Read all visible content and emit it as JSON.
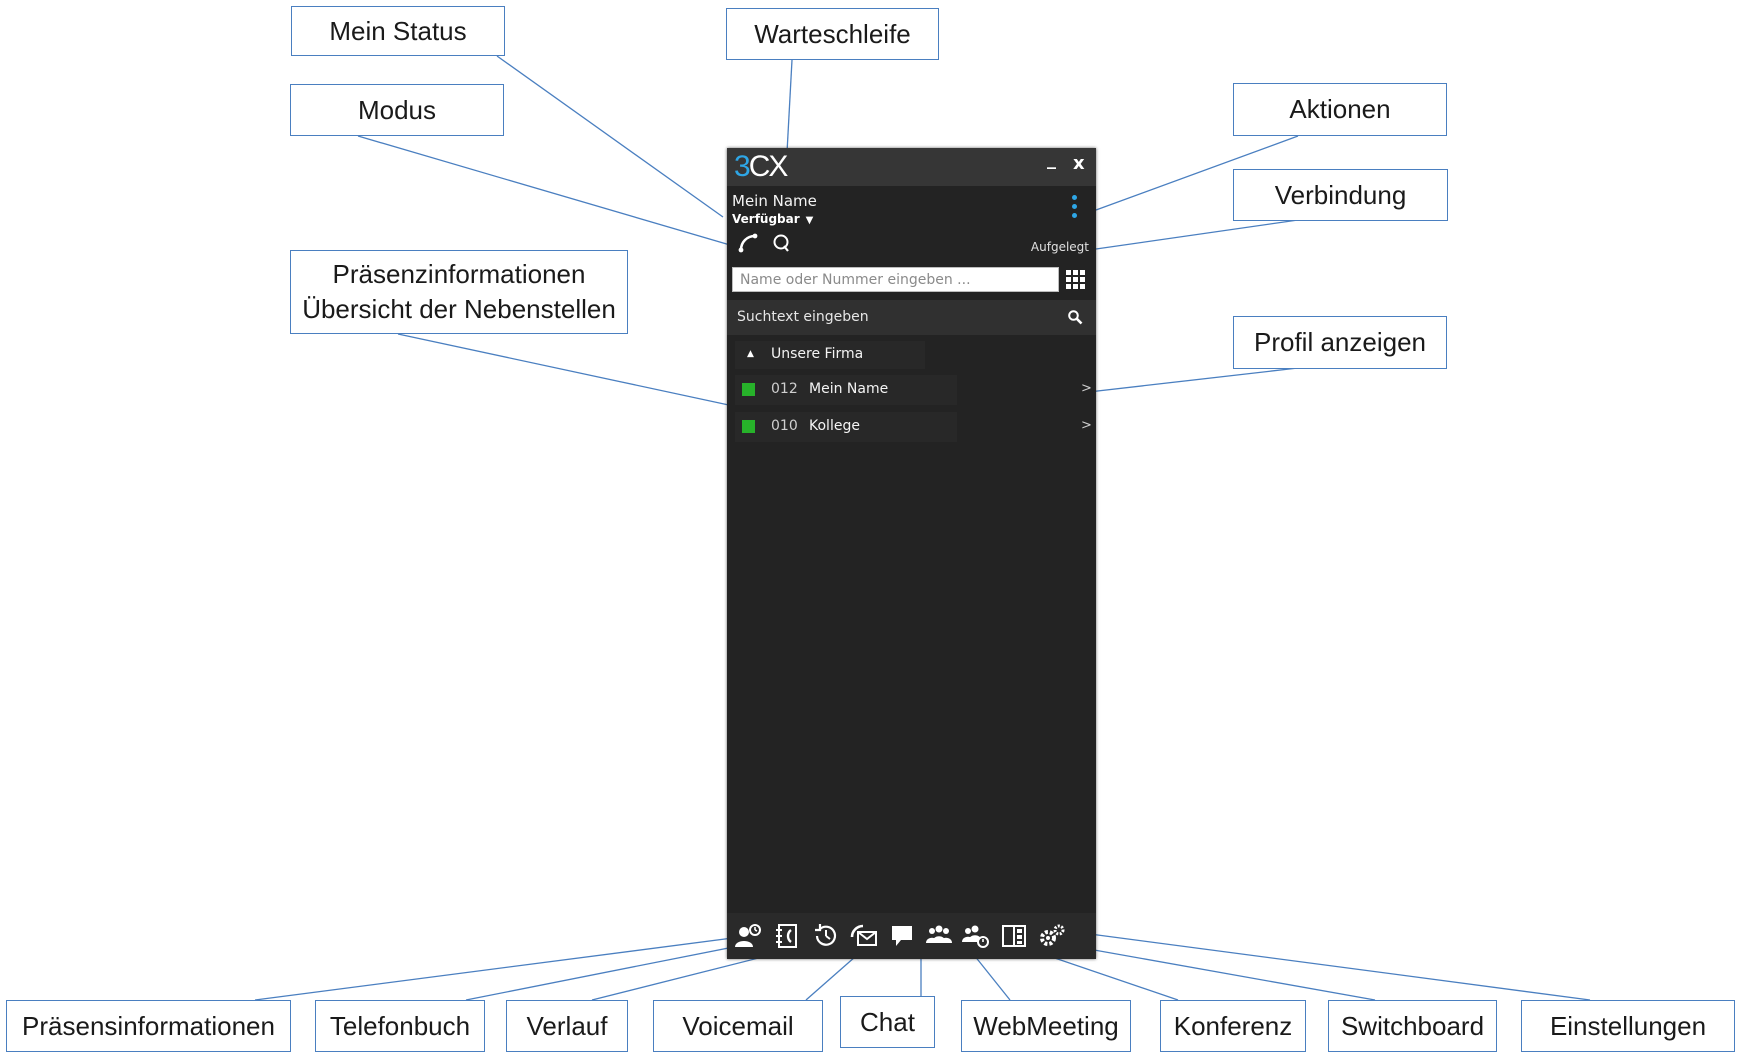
{
  "window": {
    "logo_prefix": "3",
    "logo_suffix": "CX",
    "minimize_label": "_",
    "close_label": "x"
  },
  "user": {
    "name": "Mein Name",
    "status": "Verfügbar"
  },
  "connection": {
    "state": "Aufgelegt"
  },
  "dial": {
    "placeholder": "Name oder Nummer eingeben ..."
  },
  "search": {
    "text": "Suchtext eingeben"
  },
  "group": {
    "name": "Unsere Firma"
  },
  "contacts": [
    {
      "ext": "012",
      "name": "Mein Name",
      "presence_color": "#27b22a"
    },
    {
      "ext": "010",
      "name": "Kollege",
      "presence_color": "#27b22a"
    }
  ],
  "toolbar_icons": [
    "presence-icon",
    "phonebook-icon",
    "history-icon",
    "voicemail-icon",
    "chat-icon",
    "webmeeting-icon",
    "conference-icon",
    "switchboard-icon",
    "settings-icon"
  ],
  "labels": {
    "mein_status": "Mein Status",
    "warteschleife": "Warteschleife",
    "modus": "Modus",
    "aktionen": "Aktionen",
    "verbindung": "Verbindung",
    "praesenz_line1": "Präsenzinformationen",
    "praesenz_line2": "Übersicht der Nebenstellen",
    "profil": "Profil anzeigen",
    "praesensinformationen": "Präsensinformationen",
    "telefonbuch": "Telefonbuch",
    "verlauf": "Verlauf",
    "voicemail": "Voicemail",
    "chat": "Chat",
    "webmeeting": "WebMeeting",
    "konferenz": "Konferenz",
    "switchboard": "Switchboard",
    "einstellungen": "Einstellungen"
  },
  "colors": {
    "accent": "#2ea6e6",
    "callout_border": "#4a7fc0",
    "panel": "#232323"
  }
}
